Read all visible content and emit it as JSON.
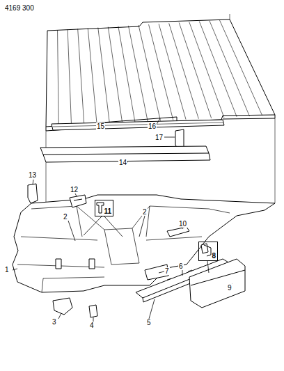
{
  "diagram": {
    "nodes": [
      {
        "text": [
          "11"
        ]
      },
      {
        "text": [
          "8"
        ]
      }
    ],
    "labels": [
      "4169 300",
      "17",
      "16",
      "15",
      "14",
      "13",
      "12",
      "2",
      "2",
      "10",
      "1",
      "7",
      "6",
      "9",
      "3",
      "4",
      "5"
    ]
  }
}
